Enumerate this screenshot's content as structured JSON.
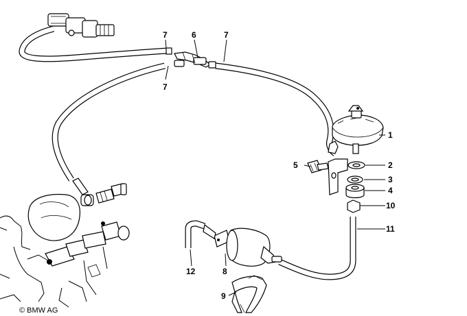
{
  "diagram": {
    "callouts": [
      {
        "id": "1",
        "label": "1"
      },
      {
        "id": "2",
        "label": "2"
      },
      {
        "id": "3",
        "label": "3"
      },
      {
        "id": "4",
        "label": "4"
      },
      {
        "id": "5",
        "label": "5"
      },
      {
        "id": "6",
        "label": "6"
      },
      {
        "id": "7a",
        "label": "7"
      },
      {
        "id": "7b",
        "label": "7"
      },
      {
        "id": "7c",
        "label": "7"
      },
      {
        "id": "8",
        "label": "8"
      },
      {
        "id": "9",
        "label": "9"
      },
      {
        "id": "10",
        "label": "10"
      },
      {
        "id": "11",
        "label": "11"
      },
      {
        "id": "12",
        "label": "12"
      }
    ],
    "copyright": "© BMW AG"
  }
}
